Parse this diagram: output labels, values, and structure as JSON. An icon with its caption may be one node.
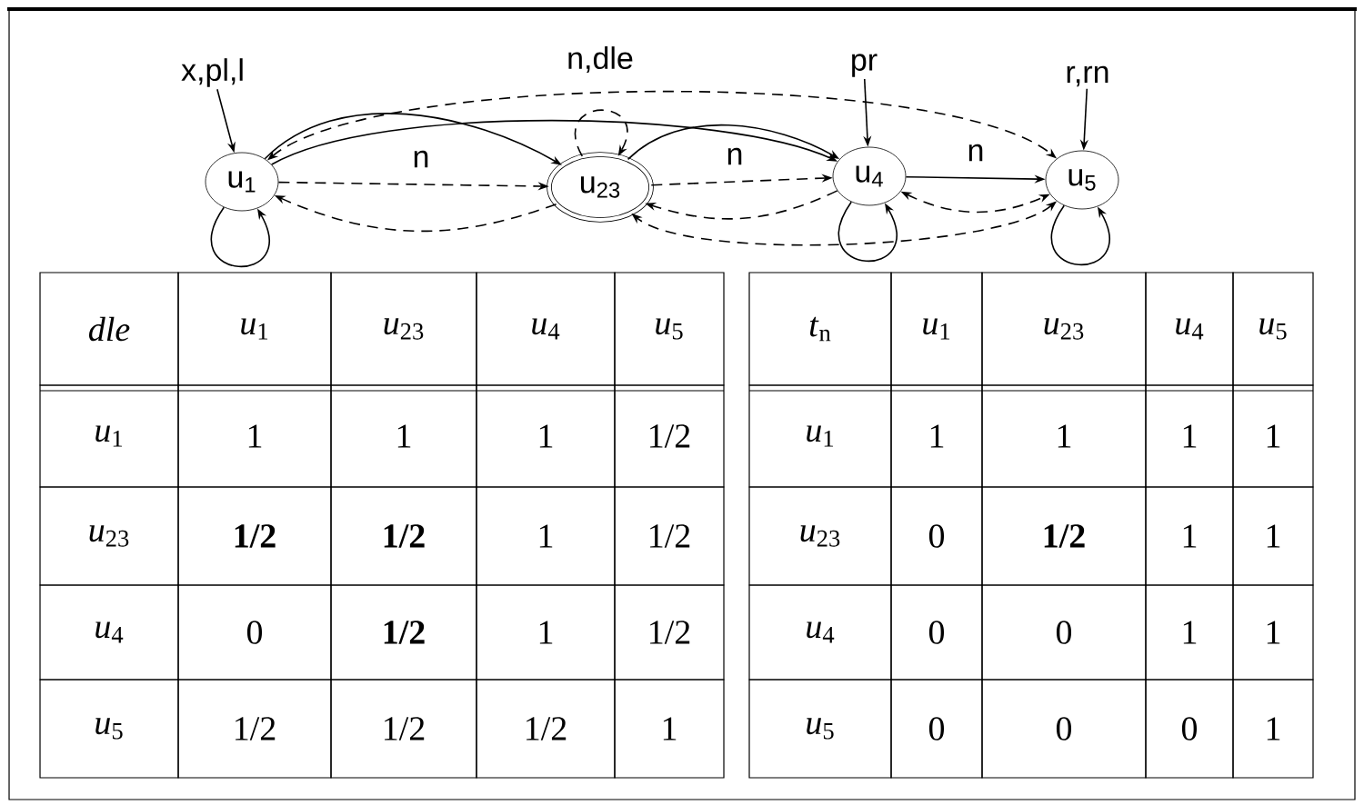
{
  "diagram": {
    "nodes": [
      {
        "text": [
          "u$_{1}$"
        ]
      },
      {
        "text": [
          "u$_{23}$"
        ]
      },
      {
        "text": [
          "u$_{4}$"
        ]
      },
      {
        "text": [
          "u$_{5}$"
        ]
      },
      {
        "text": [
          "x,pl,l"
        ]
      },
      {
        "text": [
          "pr"
        ]
      },
      {
        "text": [
          "r,rn"
        ]
      }
    ],
    "edges": [
      {
        "from": 4,
        "to": 0,
        "arrow": "to"
      },
      {
        "from": 5,
        "to": 2,
        "arrow": "to"
      },
      {
        "from": 6,
        "to": 3,
        "arrow": "to"
      },
      {
        "from": 0,
        "to": 0,
        "arrow": "to"
      },
      {
        "from": 0,
        "to": 1,
        "arrow": "to"
      },
      {
        "from": 0,
        "to": 1,
        "arrow": "to",
        "style": "dashed",
        "label": "n"
      },
      {
        "from": 1,
        "to": 0,
        "arrow": "to",
        "style": "dashed"
      },
      {
        "from": 0,
        "to": 2,
        "arrow": "to"
      },
      {
        "from": 0,
        "to": 3,
        "arrow": "both",
        "style": "dashed"
      },
      {
        "from": 1,
        "to": 1,
        "arrow": "to",
        "style": "dashed",
        "label": "n,dle"
      },
      {
        "from": 1,
        "to": 2,
        "arrow": "to"
      },
      {
        "from": 1,
        "to": 2,
        "arrow": "to",
        "style": "dashed",
        "label": "n"
      },
      {
        "from": 2,
        "to": 1,
        "arrow": "to",
        "style": "dashed"
      },
      {
        "from": 3,
        "to": 1,
        "arrow": "both",
        "style": "dashed"
      },
      {
        "from": 2,
        "to": 2,
        "arrow": "to"
      },
      {
        "from": 2,
        "to": 3,
        "arrow": "to",
        "label": "n"
      },
      {
        "from": 2,
        "to": 3,
        "arrow": "both",
        "style": "dashed"
      },
      {
        "from": 3,
        "to": 3,
        "arrow": "to"
      }
    ],
    "labels": [
      "*dle*",
      "*u*$_{1}$",
      "*u*$_{23}$",
      "*u*$_{4}$",
      "*u*$_{5}$",
      "*u*$_{1}$",
      "1",
      "1",
      "1",
      "1/2",
      "*u*$_{23}$",
      "**1/2**",
      "**1/2**",
      "1",
      "1/2",
      "*u*$_{4}$",
      "0",
      "**1/2**",
      "1",
      "1/2",
      "*u*$_{5}$",
      "1/2",
      "1/2",
      "1/2",
      "1",
      "*t*$_{n}$",
      "*u*$_{1}$",
      "*u*$_{23}$",
      "*u*$_{4}$",
      "*u*$_{5}$",
      "*u*$_{1}$",
      "1",
      "1",
      "1",
      "1",
      "*u*$_{23}$",
      "0",
      "**1/2**",
      "1",
      "1",
      "*u*$_{4}$",
      "0",
      "0",
      "1",
      "1",
      "*u*$_{5}$",
      "0",
      "0",
      "0",
      "1"
    ]
  }
}
